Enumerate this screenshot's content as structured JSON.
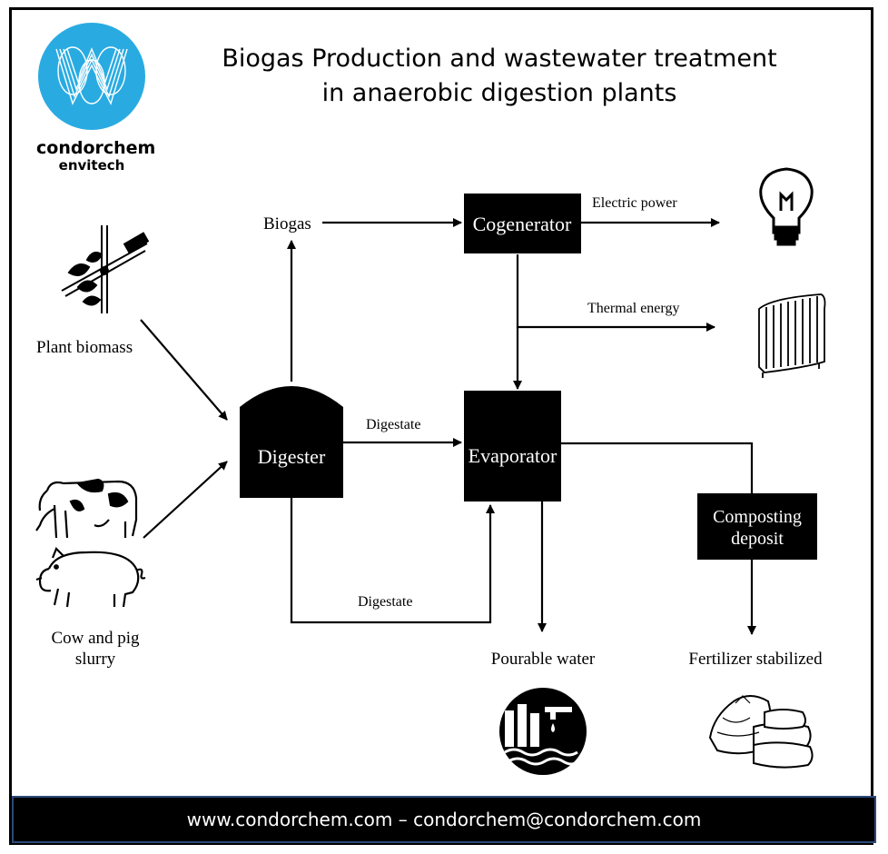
{
  "brand": {
    "name": "condorchem",
    "sub": "envitech",
    "color": "#29abe2"
  },
  "title": {
    "line1": "Biogas Production and wastewater treatment",
    "line2": "in anaerobic digestion plants"
  },
  "nodes": {
    "digester": "Digester",
    "cogenerator": "Cogenerator",
    "evaporator": "Evaporator",
    "composting_line1": "Composting",
    "composting_line2": "deposit"
  },
  "labels": {
    "biogas": "Biogas",
    "electric_power": "Electric power",
    "thermal_energy": "Thermal energy",
    "digestate_top": "Digestate",
    "digestate_bottom": "Digestate",
    "plant_biomass": "Plant biomass",
    "slurry_line1": "Cow and pig",
    "slurry_line2": "slurry",
    "pourable_water": "Pourable water",
    "fertilizer": "Fertilizer stabilized"
  },
  "icons": [
    "w-logo-icon",
    "pruning-shears-icon",
    "cow-icon",
    "pig-icon",
    "light-bulb-icon",
    "radiator-icon",
    "water-treatment-icon",
    "fertilizer-sacks-icon"
  ],
  "footer": "www.condorchem.com – condorchem@condorchem.com"
}
